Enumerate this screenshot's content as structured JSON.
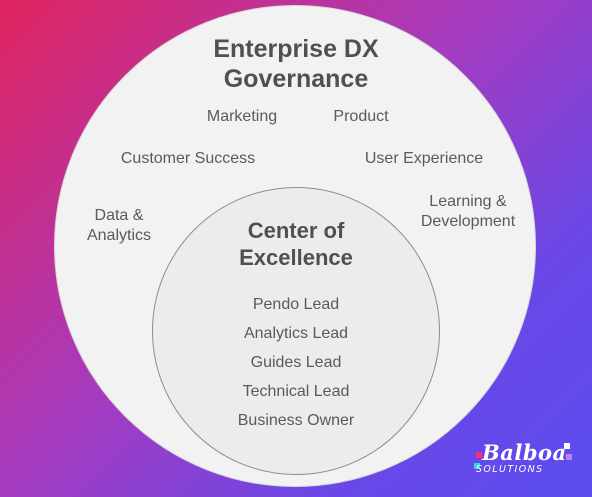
{
  "diagram": {
    "outer": {
      "title_line1": "Enterprise DX",
      "title_line2": "Governance",
      "groups": {
        "marketing": "Marketing",
        "product": "Product",
        "customer_success": "Customer Success",
        "user_experience": "User Experience",
        "data_line1": "Data &",
        "data_line2": "Analytics",
        "learning_line1": "Learning &",
        "learning_line2": "Development"
      }
    },
    "inner": {
      "title_line1": "Center of",
      "title_line2": "Excellence",
      "roles": [
        "Pendo Lead",
        "Analytics Lead",
        "Guides Lead",
        "Technical Lead",
        "Business Owner"
      ]
    }
  },
  "logo": {
    "name": "Balboa",
    "subtitle": "SOLUTIONS"
  }
}
